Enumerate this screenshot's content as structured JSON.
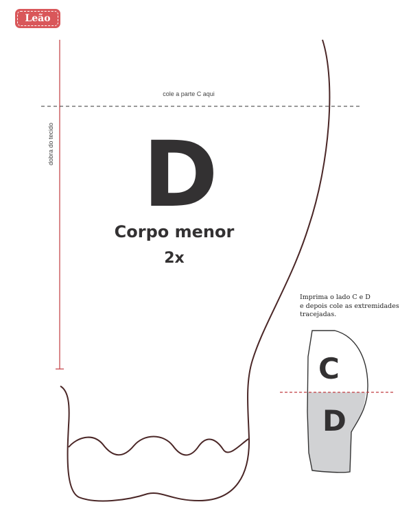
{
  "badge": {
    "label": "Leão"
  },
  "pattern": {
    "join_line_label": "cole a parte C aqui",
    "fold_label": "dobra do tecido",
    "piece_letter": "D",
    "piece_name": "Corpo menor",
    "quantity": "2x"
  },
  "instructions": {
    "lines": [
      "Imprima o lado C e D",
      "e depois cole as extremidades",
      "tracejadas."
    ]
  },
  "mini_diagram": {
    "top_letter": "C",
    "bottom_letter": "D"
  },
  "colors": {
    "badge": "#d9575a",
    "fold_line": "#c0393e",
    "outline": "#4a2626",
    "letter": "#333132",
    "mini_fill": "#d1d2d4"
  }
}
